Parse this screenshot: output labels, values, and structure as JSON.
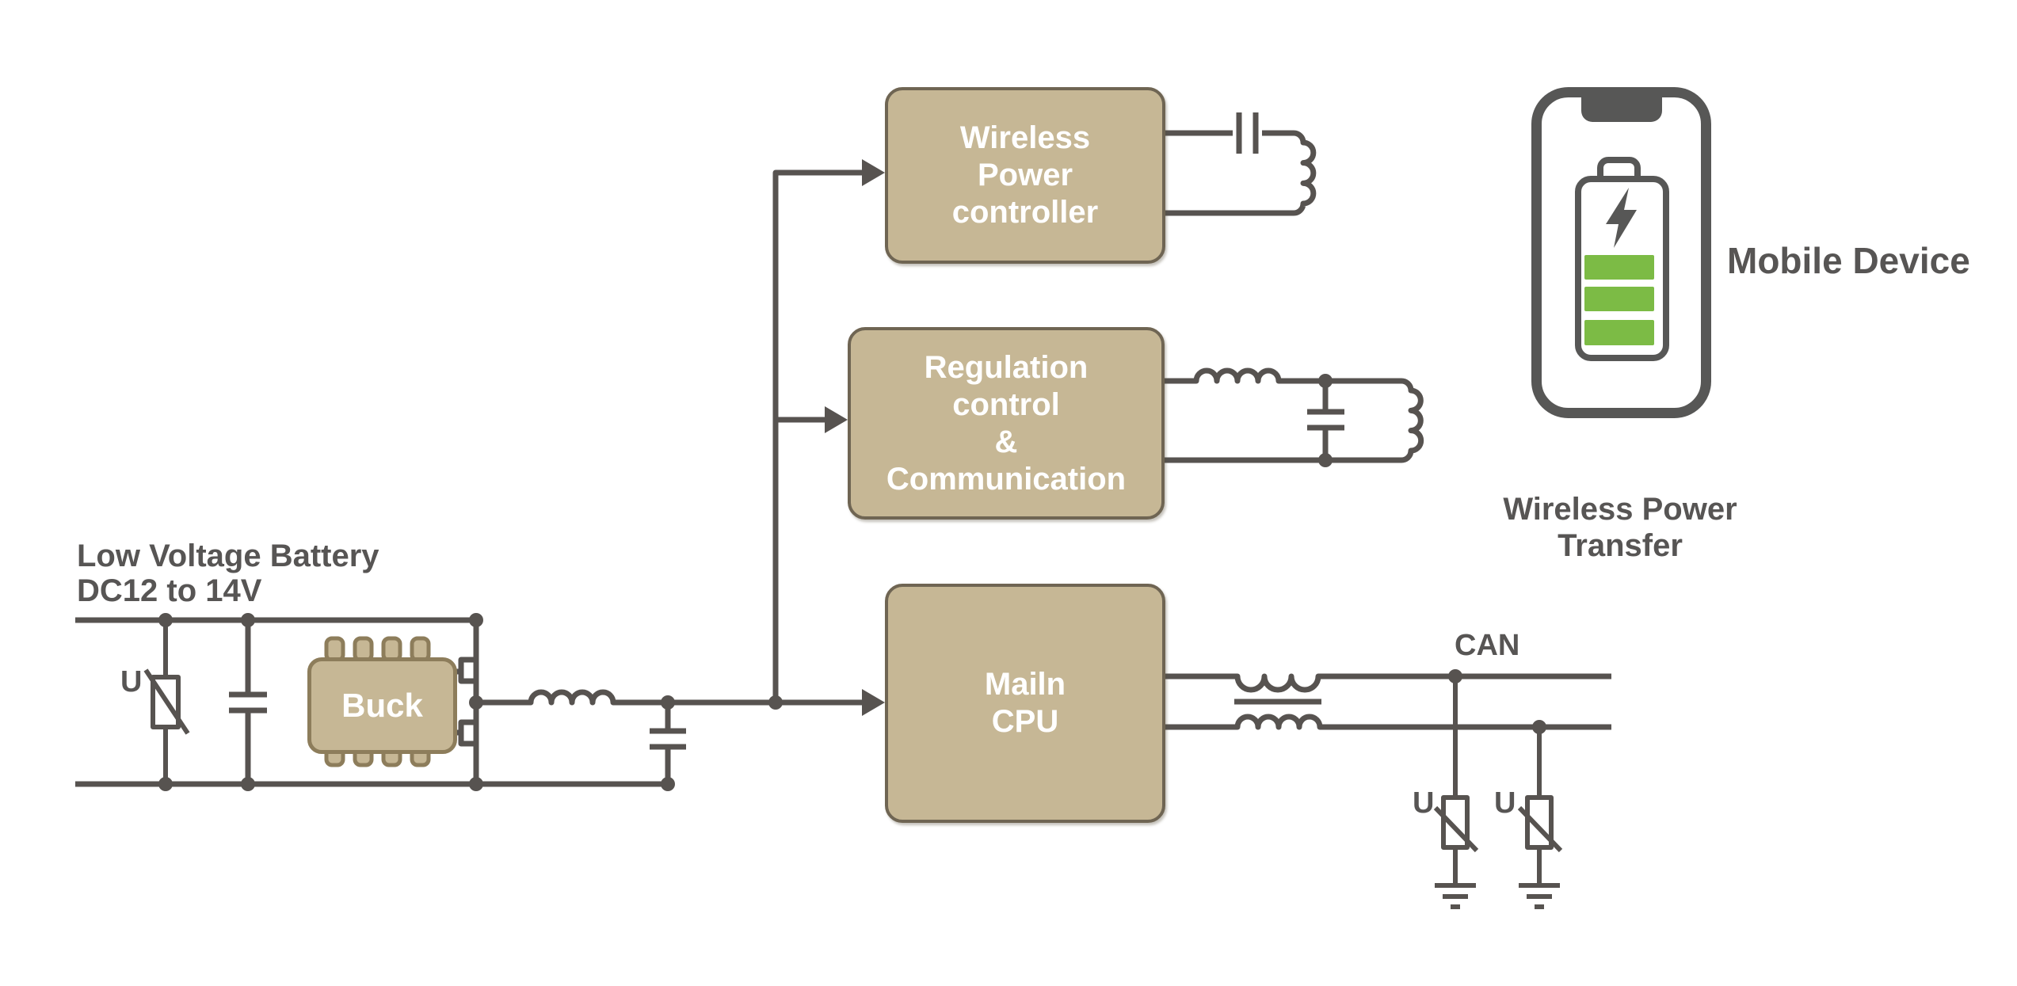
{
  "colors": {
    "wire": "#575350",
    "text": "#575554",
    "block_fill": "#c6b795",
    "block_border": "#6f6553",
    "chip_border": "#8d7d5b",
    "block_text": "#ffffff",
    "battery_green": "#7cbb45",
    "phone_frame": "#575756"
  },
  "labels": {
    "battery_source": {
      "line1": "Low Voltage Battery",
      "line2": "DC12 to 14V"
    },
    "can_bus": "CAN",
    "varistor_battery": "U",
    "varistor_can_1": "U",
    "varistor_can_2": "U",
    "mobile_device": "Mobile Device",
    "wireless_power_transfer": {
      "line1": "Wireless Power",
      "line2": "Transfer"
    }
  },
  "blocks": {
    "wireless_power_controller": {
      "lines": [
        "Wireless",
        "Power",
        "controller"
      ]
    },
    "regulation": {
      "lines": [
        "Regulation",
        "control",
        "&",
        "Communication"
      ]
    },
    "main_cpu": {
      "lines": [
        "Mailn",
        "CPU"
      ]
    },
    "buck": {
      "label": "Buck"
    }
  }
}
